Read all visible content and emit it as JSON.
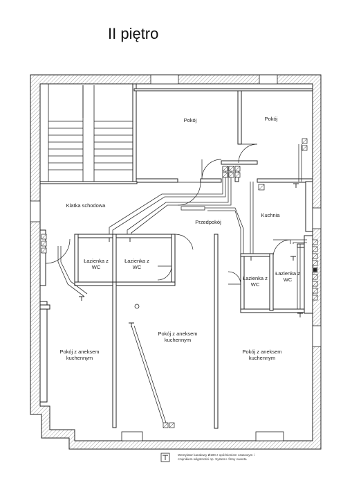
{
  "title": "II piętro",
  "rooms": {
    "pokoj_1": "Pokój",
    "pokoj_2": "Pokój",
    "klatka": "Klatka schodowa",
    "kuchnia": "Kuchnia",
    "przedpokoj": "Przedpokój",
    "lazienka_1": "Łazienka z WC",
    "lazienka_2": "Łazienka z WC",
    "lazienka_3": "Łazienka z WC",
    "lazienka_4": "Łazienka z WC",
    "pokoj_aneks_1": "Pokój z aneksem kuchennym",
    "pokoj_aneks_2": "Pokój z aneksem kuchennym",
    "pokoj_aneks_3": "Pokój z aneksem kuchennym"
  },
  "legend": {
    "icon": "fan-symbol-icon",
    "text": "Wentylator kanałowy Ø100 z opóźnieniem czasowym i czujnikiem wilgotności np. System+ firmy Awenta"
  },
  "colors": {
    "wall_outline": "#222222",
    "wall_hatch": "#777777",
    "duct": "#333333"
  }
}
